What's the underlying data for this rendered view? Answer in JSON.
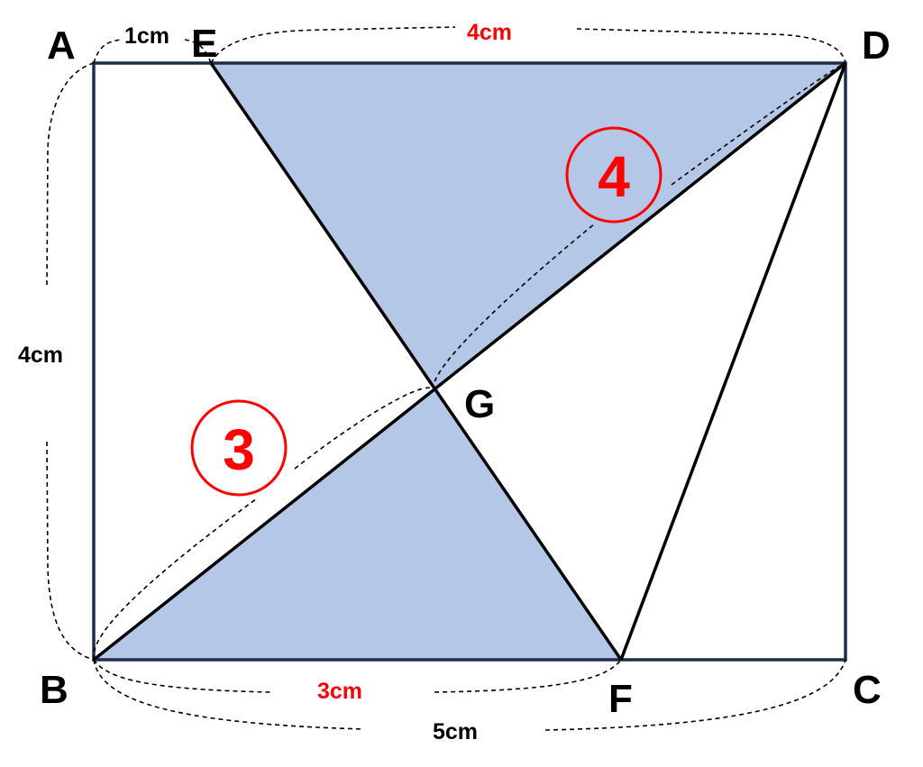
{
  "points": {
    "A": "A",
    "B": "B",
    "C": "C",
    "D": "D",
    "E": "E",
    "F": "F",
    "G": "G"
  },
  "lengths": {
    "AE": "1cm",
    "ED": "4cm",
    "AB": "4cm",
    "BF": "3cm",
    "BC": "5cm"
  },
  "ratios": {
    "BG": "3",
    "GD": "4"
  },
  "colors": {
    "shade": "#b4c7e7",
    "outline": "#1f2d4a",
    "line": "#000000",
    "accent": "#ff0000"
  }
}
